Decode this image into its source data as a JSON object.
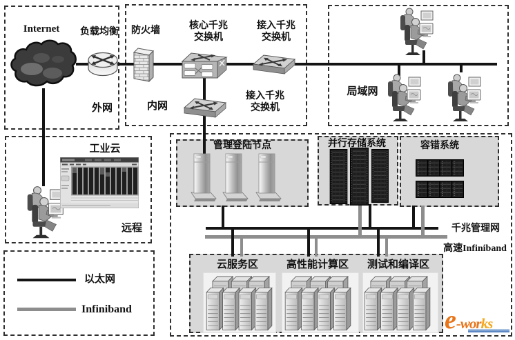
{
  "wan_zone": {
    "label": "外网",
    "internet_label": "Internet",
    "load_balancer_label": "负载均衡"
  },
  "intranet_zone": {
    "label": "内网",
    "firewall_label": "防火墙",
    "core_switch_line1": "核心千兆",
    "core_switch_line2": "交换机",
    "access_switch1_line1": "接入千兆",
    "access_switch1_line2": "交换机",
    "access_switch2_line1": "接入千兆",
    "access_switch2_line2": "交换机"
  },
  "lan_zone": {
    "label": "局域网"
  },
  "remote_zone": {
    "label": "远程",
    "industrial_cloud_label": "工业云"
  },
  "datacenter": {
    "mgmt_nodes_label": "管理登陆节点",
    "storage_label": "并行存储系统",
    "fault_tolerance_label": "容错系统",
    "mgmt_network_label": "千兆管理网",
    "infiniband_label": "高速Infiniband",
    "zones": [
      {
        "label": "云服务区"
      },
      {
        "label": "高性能计算区"
      },
      {
        "label": "测试和编译区"
      }
    ]
  },
  "legend": {
    "ethernet_label": "以太网",
    "infiniband_label": "Infiniband"
  },
  "logo": {
    "part1": "e",
    "part2": "-wor",
    "part3": "ks"
  },
  "colors": {
    "ethernet": "#141414",
    "infiniband": "#8d8d8d",
    "zone_fill": "#d8d8d8",
    "logo_orange": "#e8751a",
    "logo_yellow": "#f2a71b"
  }
}
